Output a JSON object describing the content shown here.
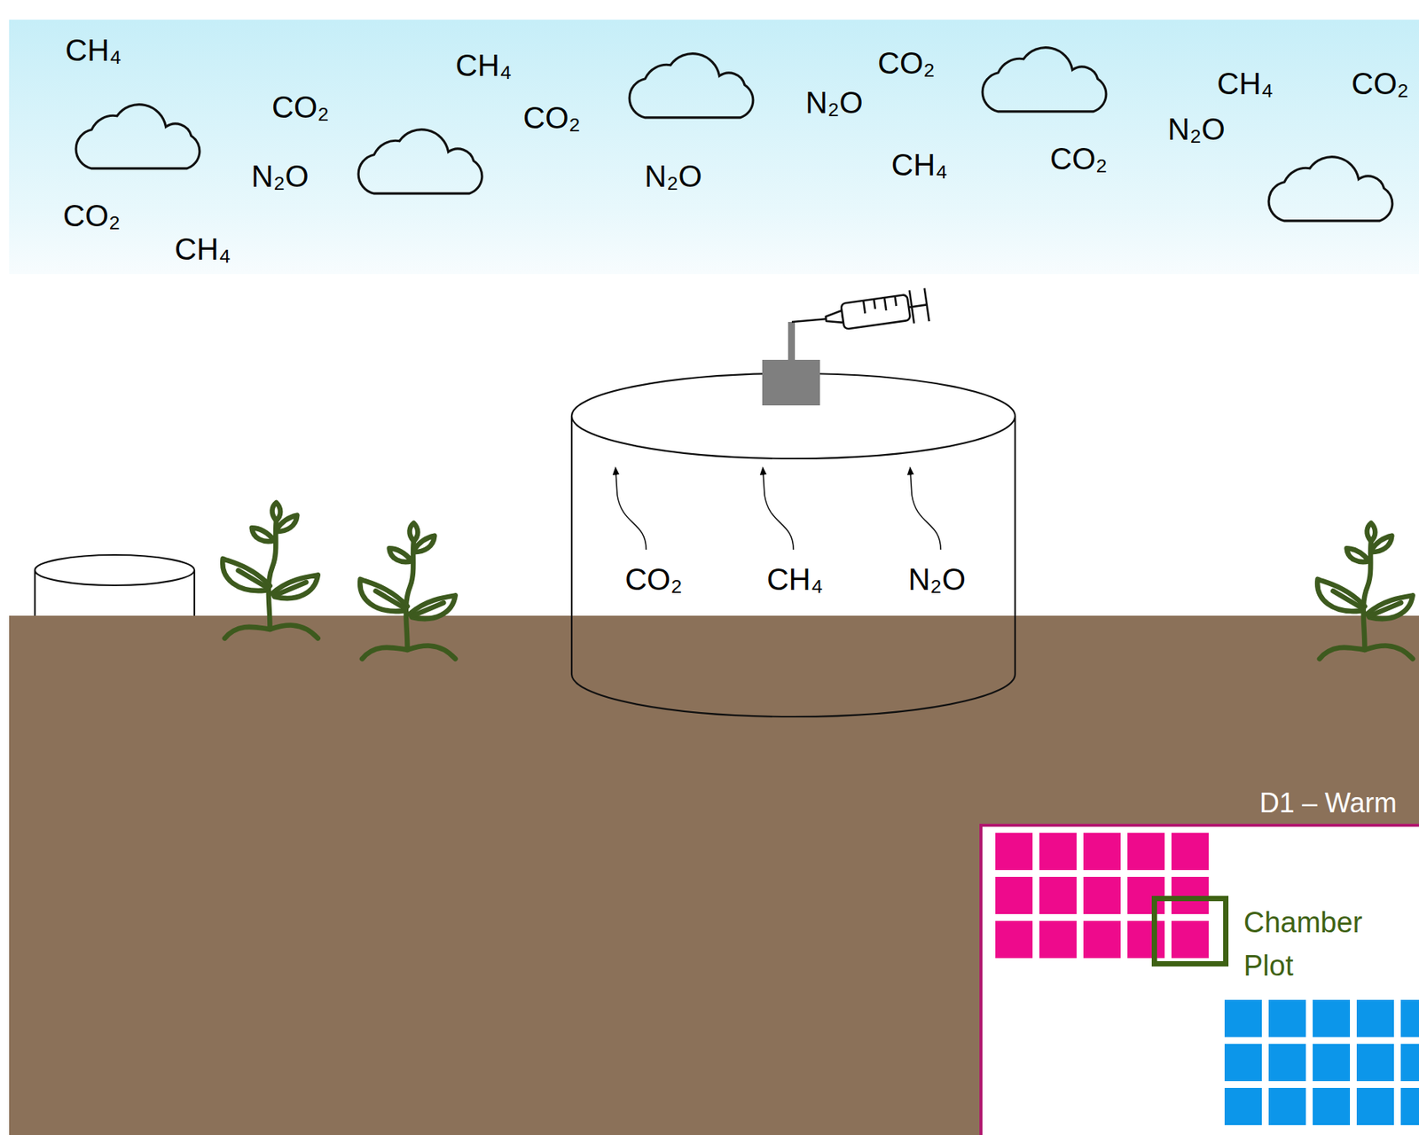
{
  "diagram": {
    "nodes": [
      {
        "text": [
          "CO₂",
          "CH₄",
          "N₂O"
        ]
      },
      {
        "text": [
          "D1 – Warm"
        ]
      },
      {
        "text": [
          "Chamber Plot"
        ],
        "in": 1
      }
    ],
    "labels": [
      "CH₄",
      "CO₂",
      "N₂O",
      "CO₂",
      "CH₄",
      "CH₄",
      "CO₂",
      "N₂O",
      "N₂O",
      "CO₂",
      "CH₄",
      "CO₂",
      "N₂O",
      "CH₄",
      "CO₂"
    ]
  }
}
